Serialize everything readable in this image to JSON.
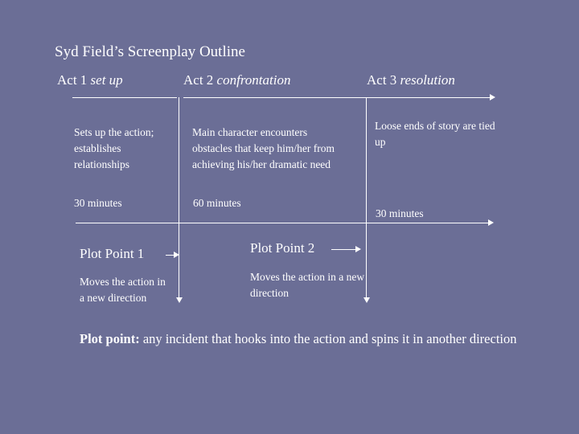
{
  "slide": {
    "title": "Syd Field’s Screenplay Outline",
    "background_color": "#6b6e96",
    "text_color": "#ffffff",
    "acts": [
      {
        "heading_normal": "Act 1 ",
        "heading_italic": "set up",
        "description": "Sets up the action; establishes relationships",
        "duration": "30 minutes"
      },
      {
        "heading_normal": "Act 2 ",
        "heading_italic": "confrontation",
        "description": "Main character encounters obstacles that keep him/her from achieving his/her dramatic need",
        "duration": "60 minutes"
      },
      {
        "heading_normal": "Act 3 ",
        "heading_italic": "resolution",
        "description": "Loose ends of story are tied up",
        "duration": "30 minutes"
      }
    ],
    "plot_points": [
      {
        "label": "Plot Point 1",
        "description": "Moves the action in a new direction"
      },
      {
        "label": "Plot Point 2",
        "description": "Moves the action in a new direction"
      }
    ],
    "footer": {
      "bold_lead": "Plot point: ",
      "rest": "any incident that hooks into the action and spins it in another direction"
    }
  }
}
